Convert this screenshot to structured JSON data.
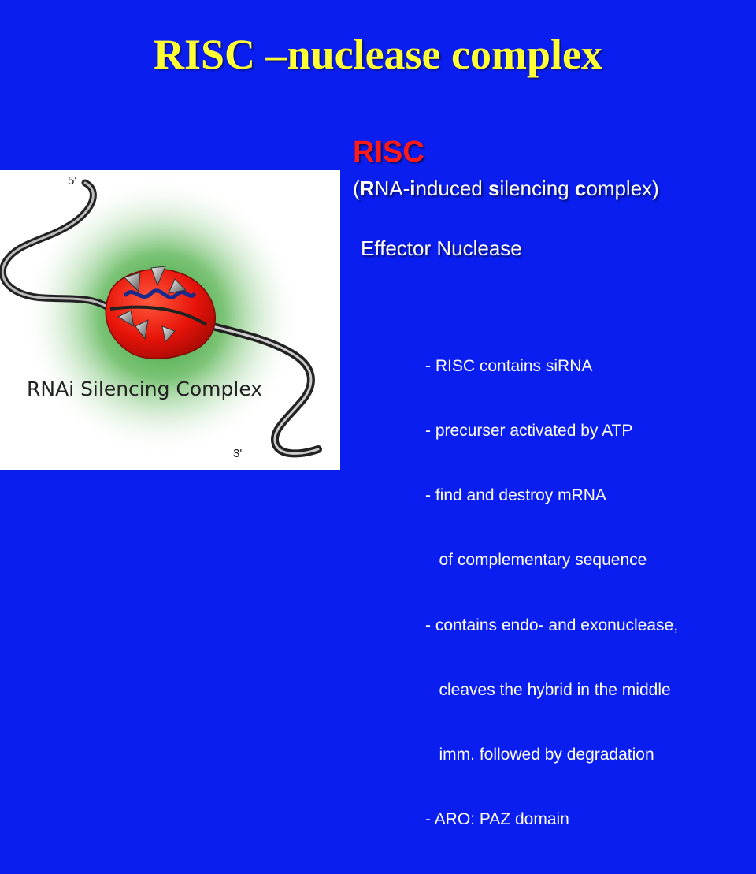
{
  "slide": {
    "title": "RISC –nuclease complex",
    "heading": "RISC",
    "expansion": {
      "open": "(",
      "parts": [
        {
          "bold": "R",
          "rest": "NA-"
        },
        {
          "bold": "i",
          "rest": "nduced "
        },
        {
          "bold": "s",
          "rest": "ilencing "
        },
        {
          "bold": "c",
          "rest": "omplex"
        }
      ],
      "close": ")"
    },
    "subheading": "Effector Nuclease",
    "bullets": [
      "- RISC contains siRNA",
      "- precurser activated by ATP",
      "- find and destroy mRNA",
      "   of complementary sequence",
      "- contains endo- and exonuclease,",
      "   cleaves the hybrid in the middle",
      "   imm. followed by degradation",
      "- ARO: PAZ domain"
    ]
  },
  "figure": {
    "caption": "RNAi Silencing Complex",
    "label_5prime": "5'",
    "label_3prime": "3'"
  },
  "colors": {
    "background": "#0a1ef0",
    "title": "#ffff33",
    "heading": "#ff1a1a",
    "text": "#ffffff",
    "complex": "#e8140a",
    "glow": "#2e9a2a",
    "sirna": "#1a2a8a"
  }
}
